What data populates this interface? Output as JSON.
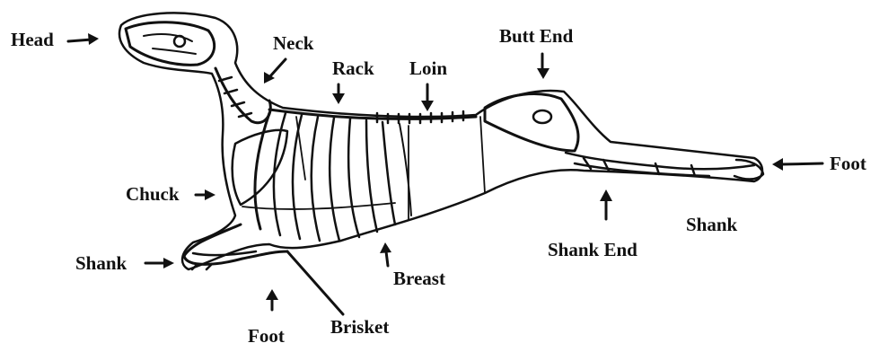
{
  "labels": {
    "head": "Head",
    "neck": "Neck",
    "rack": "Rack",
    "loin": "Loin",
    "butt_end": "Butt End",
    "foot_right": "Foot",
    "chuck": "Chuck",
    "shank_right": "Shank",
    "shank_end": "Shank End",
    "shank_left": "Shank",
    "breast": "Breast",
    "foot_bottom": "Foot",
    "brisket": "Brisket"
  },
  "colors": {
    "ink": "#111111",
    "background": "#ffffff"
  }
}
